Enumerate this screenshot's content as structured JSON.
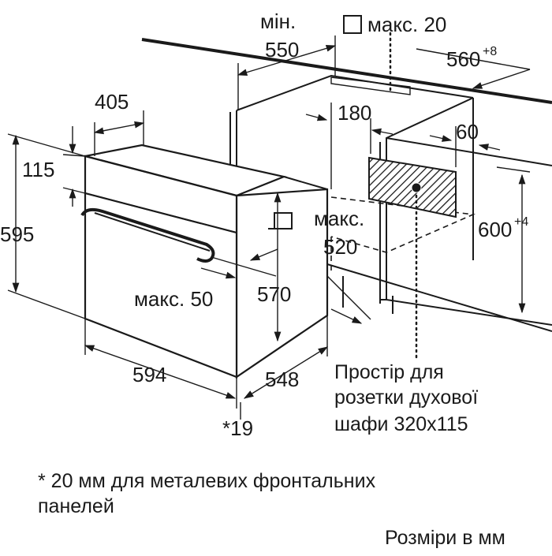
{
  "dimensions": {
    "min_label": "мін.",
    "min_value": "550",
    "max_20": "макс. 20",
    "d560": "560",
    "d560_tol": "+8",
    "d405": "405",
    "d180": "180",
    "d60": "60",
    "d115": "115",
    "d595": "595",
    "d600": "600",
    "d600_tol": "+4",
    "max_label_520": "макс.",
    "d520": "520",
    "d570": "570",
    "max_50": "макс. 50",
    "d594": "594",
    "d548": "548",
    "d19": "*19"
  },
  "socket_note": {
    "line1": "Простір для",
    "line2": "розетки духової",
    "line3": "шафи 320x115"
  },
  "footnote": {
    "line1": "* 20 мм для металевих фронтальних",
    "line2": "панелей"
  },
  "units": "Розміри в мм"
}
